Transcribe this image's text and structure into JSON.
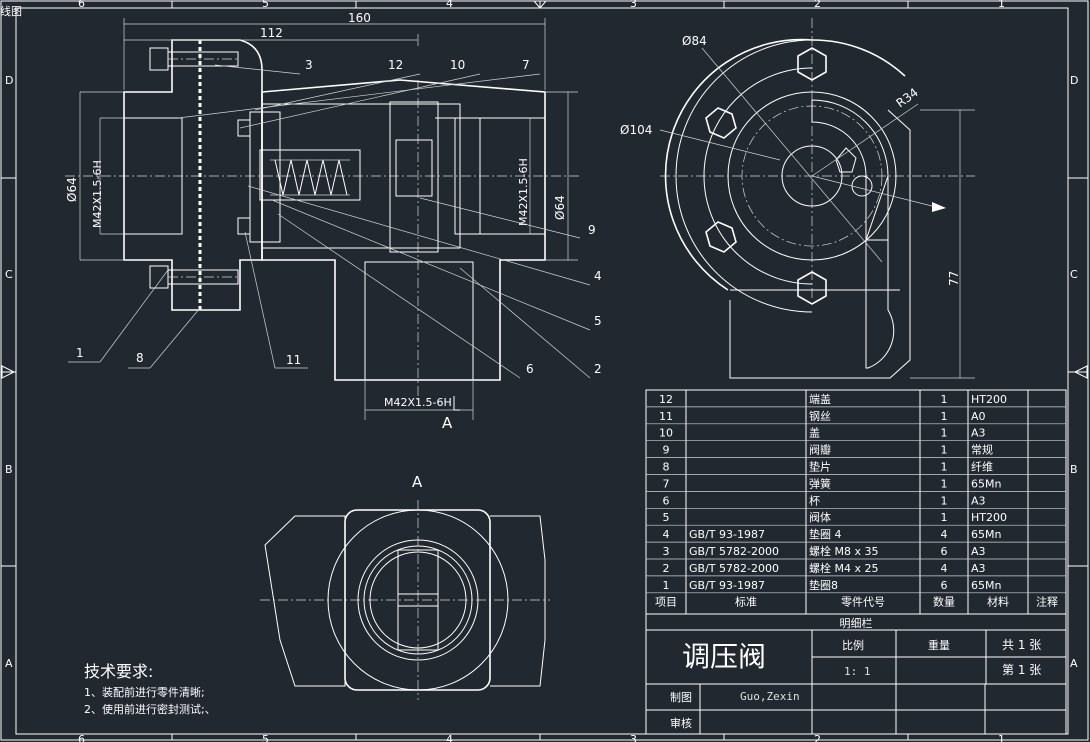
{
  "title_tag": "线图",
  "border": {
    "top": [
      "6",
      "5",
      "4",
      "3",
      "2",
      "1"
    ],
    "bottom": [
      "6",
      "5",
      "4",
      "3",
      "2",
      "1"
    ],
    "left": [
      "D",
      "C",
      "B",
      "A"
    ],
    "right": [
      "D",
      "C",
      "B",
      "A"
    ]
  },
  "dims": {
    "d160": "160",
    "d112": "112",
    "d64a": "Ø64",
    "d64b": "Ø64",
    "thread_l": "M42X1.5-6H",
    "thread_r": "M42X1.5-6H",
    "thread_b": "M42X1.5-6H",
    "d84": "Ø84",
    "d104": "Ø104",
    "r34": "R34",
    "d77": "77"
  },
  "callouts": {
    "c1": "1",
    "c2": "2",
    "c3": "3",
    "c4": "4",
    "c5": "5",
    "c6": "6",
    "c7": "7",
    "c8": "8",
    "c9": "9",
    "c10": "10",
    "c11": "11",
    "c12": "12"
  },
  "views": {
    "arrow_label": "A",
    "view_label": "A"
  },
  "tech": {
    "heading": "技术要求:",
    "line1": "1、装配前进行零件清晰;",
    "line2": "2、使用前进行密封测试;、"
  },
  "bom": {
    "rows": [
      [
        "12",
        "",
        "端盖",
        "1",
        "HT200",
        ""
      ],
      [
        "11",
        "",
        "钢丝",
        "1",
        "A0",
        ""
      ],
      [
        "10",
        "",
        "盖",
        "1",
        "A3",
        ""
      ],
      [
        "9",
        "",
        "阀瓣",
        "1",
        "常规",
        ""
      ],
      [
        "8",
        "",
        "垫片",
        "1",
        "纤维",
        ""
      ],
      [
        "7",
        "",
        "弹簧",
        "1",
        "65Mn",
        ""
      ],
      [
        "6",
        "",
        "杯",
        "1",
        "A3",
        ""
      ],
      [
        "5",
        "",
        "阀体",
        "1",
        "HT200",
        ""
      ],
      [
        "4",
        "GB/T 93-1987",
        "垫圈 4",
        "4",
        "65Mn",
        ""
      ],
      [
        "3",
        "GB/T 5782-2000",
        "螺栓  M8 x 35",
        "6",
        "A3",
        ""
      ],
      [
        "2",
        "GB/T 5782-2000",
        "螺栓  M4 x 25",
        "4",
        "A3",
        ""
      ],
      [
        "1",
        "GB/T 93-1987",
        "垫圈8",
        "6",
        "65Mn",
        ""
      ]
    ],
    "headers": [
      "项目",
      "标准",
      "零件代号",
      "数量",
      "材料",
      "注释"
    ],
    "caption": "明细栏"
  },
  "titleblock": {
    "name": "调压阀",
    "scale_label": "比例",
    "weight_label": "重量",
    "total": "共 1 张",
    "scale_value": "1: 1",
    "sheet": "第 1 张",
    "drawn_label": "制图",
    "drawn_by": "Guo,Zexin",
    "check_label": "审核"
  }
}
